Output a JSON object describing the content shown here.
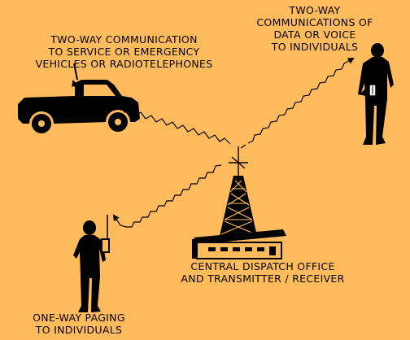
{
  "labels": {
    "vehicle": {
      "line1": "TWO-WAY COMMUNICATION",
      "line2": "TO SERVICE OR EMERGENCY",
      "line3": "VEHICLES OR RADIOTELEPHONES"
    },
    "data_voice": {
      "line1": "TWO-WAY",
      "line2": "COMMUNICATIONS OF",
      "line3": "DATA OR VOICE",
      "line4": "TO INDIVIDUALS"
    },
    "dispatch": {
      "line1": "CENTRAL DISPATCH OFFICE",
      "line2": "AND TRANSMITTER / RECEIVER"
    },
    "paging": {
      "line1": "ONE-WAY PAGING",
      "line2": "TO INDIVIDUALS"
    }
  },
  "colors": {
    "background": "#ffbb5c",
    "building": "#ffbb5c",
    "ink": "#000000"
  },
  "icons": [
    "pickup-truck-icon",
    "person-with-radio-icon",
    "person-with-pager-icon",
    "radio-tower-icon",
    "dispatch-building-icon",
    "radio-wave-icon"
  ]
}
